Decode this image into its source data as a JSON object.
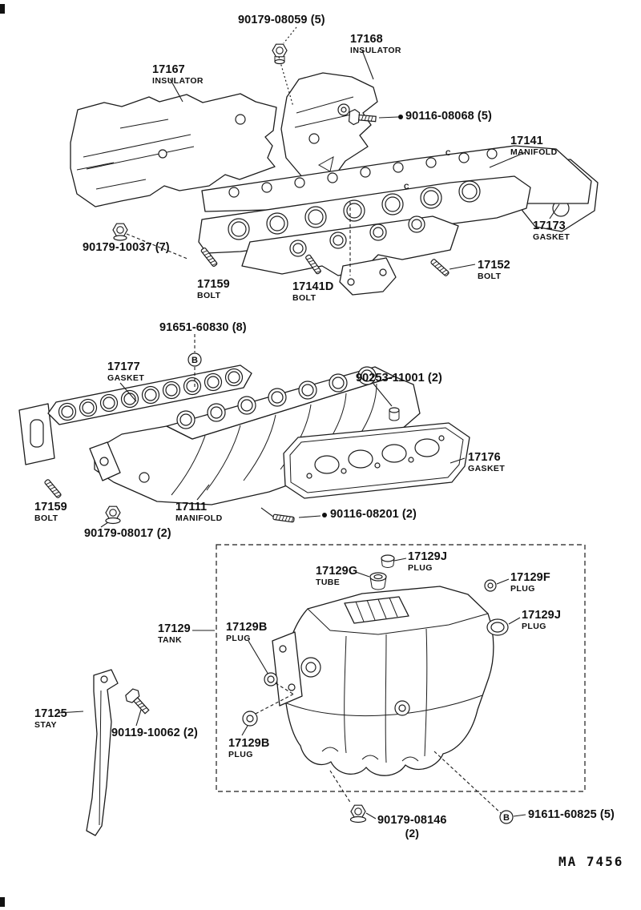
{
  "page": {
    "footer_code": "MA 7456"
  },
  "markers": {
    "b": "B",
    "c": "C"
  },
  "labels": [
    {
      "part": "90179-08059 (5)"
    },
    {
      "part": "17168",
      "sub": "INSULATOR"
    },
    {
      "part": "17167",
      "sub": "INSULATOR"
    },
    {
      "part": "90116-08068 (5)"
    },
    {
      "part": "17141",
      "sub": "MANIFOLD"
    },
    {
      "part": "17173",
      "sub": "GASKET"
    },
    {
      "part": "90179-10037 (7)"
    },
    {
      "part": "17159",
      "sub": "BOLT"
    },
    {
      "part": "17141D",
      "sub": "BOLT"
    },
    {
      "part": "17152",
      "sub": "BOLT"
    },
    {
      "part": "91651-60830 (8)"
    },
    {
      "part": "17177",
      "sub": "GASKET"
    },
    {
      "part": "90253-11001 (2)"
    },
    {
      "part": "17176",
      "sub": "GASKET"
    },
    {
      "part": "17159",
      "sub": "BOLT"
    },
    {
      "part": "17111",
      "sub": "MANIFOLD"
    },
    {
      "part": "90179-08017 (2)"
    },
    {
      "part": "90116-08201 (2)"
    },
    {
      "part": "17129J",
      "sub": "PLUG"
    },
    {
      "part": "17129G",
      "sub": "TUBE"
    },
    {
      "part": "17129F",
      "sub": "PLUG"
    },
    {
      "part": "17129J",
      "sub": "PLUG"
    },
    {
      "part": "17129",
      "sub": "TANK"
    },
    {
      "part": "17129B",
      "sub": "PLUG"
    },
    {
      "part": "17125",
      "sub": "STAY"
    },
    {
      "part": "90119-10062 (2)"
    },
    {
      "part": "17129B",
      "sub": "PLUG"
    },
    {
      "part": "90179-08146",
      "sub": "(2)"
    },
    {
      "part": "91611-60825 (5)"
    }
  ]
}
